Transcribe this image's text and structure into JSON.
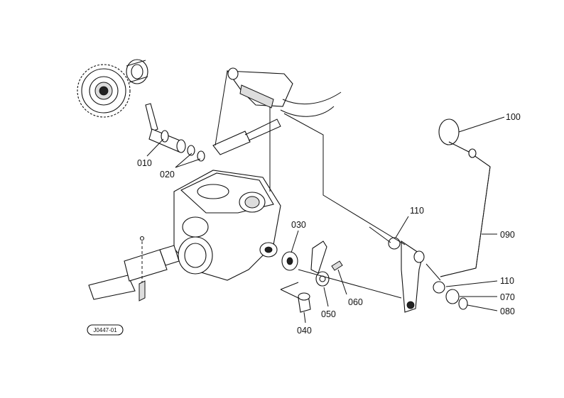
{
  "diagram": {
    "reference": "J0447-01",
    "labels": {
      "p010": "010",
      "p020": "020",
      "p030": "030",
      "p040": "040",
      "p050": "050",
      "p060": "060",
      "p070": "070",
      "p080": "080",
      "p090": "090",
      "p100": "100",
      "p110a": "110",
      "p110b": "110"
    }
  }
}
